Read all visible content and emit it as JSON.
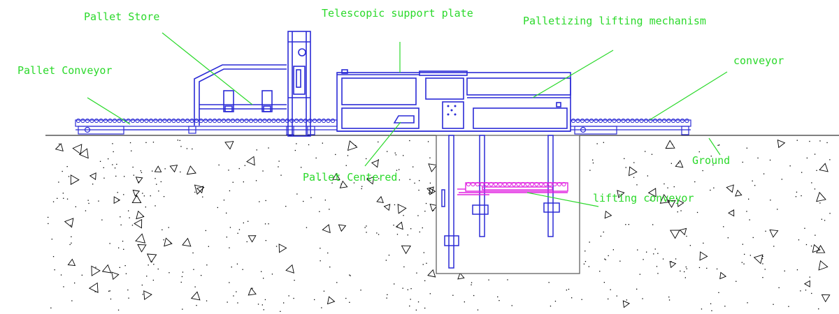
{
  "colors": {
    "machine": "#2b2bd6",
    "label": "#2bd92b",
    "lift": "#e020e0",
    "ground": "#000000",
    "pit": "#555555"
  },
  "labels": {
    "pallet_store": "Pallet Store",
    "pallet_conveyor": "Pallet Conveyor",
    "telescopic_support_plate": "Telescopic support plate",
    "palletizing_lifting_mechanism": "Palletizing lifting mechanism",
    "conveyor": "conveyor",
    "ground": "Ground",
    "pallet_centered": "Pallet Centered",
    "lifting_conveyor": "lifting conveyor"
  },
  "icons": [
    "ground-hatch-triangle-icon",
    "conveyor-roller-icon"
  ]
}
